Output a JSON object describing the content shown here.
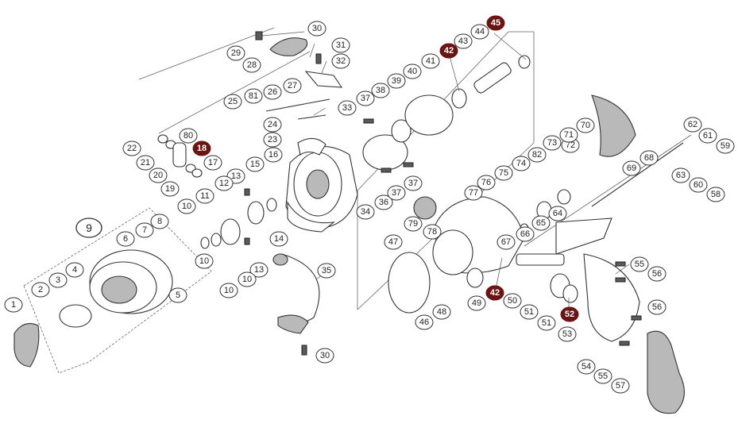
{
  "diagram": {
    "group_label": "9",
    "highlight_color": "#6b1414",
    "callouts": [
      {
        "id": "c30a",
        "label": "30"
      },
      {
        "id": "c29",
        "label": "29"
      },
      {
        "id": "c28",
        "label": "28"
      },
      {
        "id": "c31",
        "label": "31"
      },
      {
        "id": "c32",
        "label": "32"
      },
      {
        "id": "c25",
        "label": "25"
      },
      {
        "id": "c81",
        "label": "81"
      },
      {
        "id": "c26",
        "label": "26"
      },
      {
        "id": "c27",
        "label": "27"
      },
      {
        "id": "c33",
        "label": "33"
      },
      {
        "id": "c24",
        "label": "24"
      },
      {
        "id": "c23",
        "label": "23"
      },
      {
        "id": "c22",
        "label": "22"
      },
      {
        "id": "c80",
        "label": "80"
      },
      {
        "id": "c18",
        "label": "18",
        "hl": true
      },
      {
        "id": "c21",
        "label": "21"
      },
      {
        "id": "c20",
        "label": "20"
      },
      {
        "id": "c17",
        "label": "17"
      },
      {
        "id": "c19",
        "label": "19"
      },
      {
        "id": "c16",
        "label": "16"
      },
      {
        "id": "c15",
        "label": "15"
      },
      {
        "id": "c13a",
        "label": "13"
      },
      {
        "id": "c12",
        "label": "12"
      },
      {
        "id": "c11",
        "label": "11"
      },
      {
        "id": "c10a",
        "label": "10"
      },
      {
        "id": "c14",
        "label": "14"
      },
      {
        "id": "c34",
        "label": "34"
      },
      {
        "id": "c36",
        "label": "36"
      },
      {
        "id": "c37a",
        "label": "37"
      },
      {
        "id": "c37b",
        "label": "37"
      },
      {
        "id": "c37c",
        "label": "37"
      },
      {
        "id": "c38",
        "label": "38"
      },
      {
        "id": "c39",
        "label": "39"
      },
      {
        "id": "c40",
        "label": "40"
      },
      {
        "id": "c41",
        "label": "41"
      },
      {
        "id": "c42a",
        "label": "42",
        "hl": true
      },
      {
        "id": "c43",
        "label": "43"
      },
      {
        "id": "c44",
        "label": "44"
      },
      {
        "id": "c45",
        "label": "45",
        "hl": true
      },
      {
        "id": "c8",
        "label": "8"
      },
      {
        "id": "c7",
        "label": "7"
      },
      {
        "id": "c6",
        "label": "6"
      },
      {
        "id": "c10b",
        "label": "10"
      },
      {
        "id": "c13b",
        "label": "13"
      },
      {
        "id": "c10c",
        "label": "10"
      },
      {
        "id": "c10d",
        "label": "10"
      },
      {
        "id": "c35",
        "label": "35"
      },
      {
        "id": "c2",
        "label": "2"
      },
      {
        "id": "c3",
        "label": "3"
      },
      {
        "id": "c4",
        "label": "4"
      },
      {
        "id": "c5",
        "label": "5"
      },
      {
        "id": "c1",
        "label": "1"
      },
      {
        "id": "c30b",
        "label": "30"
      },
      {
        "id": "c79",
        "label": "79"
      },
      {
        "id": "c78",
        "label": "78"
      },
      {
        "id": "c47",
        "label": "47"
      },
      {
        "id": "c46",
        "label": "46"
      },
      {
        "id": "c48",
        "label": "48"
      },
      {
        "id": "c49",
        "label": "49"
      },
      {
        "id": "c42b",
        "label": "42",
        "hl": true
      },
      {
        "id": "c50",
        "label": "50"
      },
      {
        "id": "c51a",
        "label": "51"
      },
      {
        "id": "c51b",
        "label": "51"
      },
      {
        "id": "c52",
        "label": "52",
        "hl": true
      },
      {
        "id": "c53",
        "label": "53"
      },
      {
        "id": "c54",
        "label": "54"
      },
      {
        "id": "c55a",
        "label": "55"
      },
      {
        "id": "c56a",
        "label": "56"
      },
      {
        "id": "c56b",
        "label": "56"
      },
      {
        "id": "c55b",
        "label": "55"
      },
      {
        "id": "c57",
        "label": "57"
      },
      {
        "id": "c76",
        "label": "76"
      },
      {
        "id": "c77",
        "label": "77"
      },
      {
        "id": "c75",
        "label": "75"
      },
      {
        "id": "c74",
        "label": "74"
      },
      {
        "id": "c82",
        "label": "82"
      },
      {
        "id": "c73",
        "label": "73"
      },
      {
        "id": "c72",
        "label": "72"
      },
      {
        "id": "c71",
        "label": "71"
      },
      {
        "id": "c70",
        "label": "70"
      },
      {
        "id": "c67",
        "label": "67"
      },
      {
        "id": "c66",
        "label": "66"
      },
      {
        "id": "c65",
        "label": "65"
      },
      {
        "id": "c64",
        "label": "64"
      },
      {
        "id": "c69",
        "label": "69"
      },
      {
        "id": "c68",
        "label": "68"
      },
      {
        "id": "c63",
        "label": "63"
      },
      {
        "id": "c62",
        "label": "62"
      },
      {
        "id": "c61",
        "label": "61"
      },
      {
        "id": "c59",
        "label": "59"
      },
      {
        "id": "c60",
        "label": "60"
      },
      {
        "id": "c58",
        "label": "58"
      }
    ]
  }
}
